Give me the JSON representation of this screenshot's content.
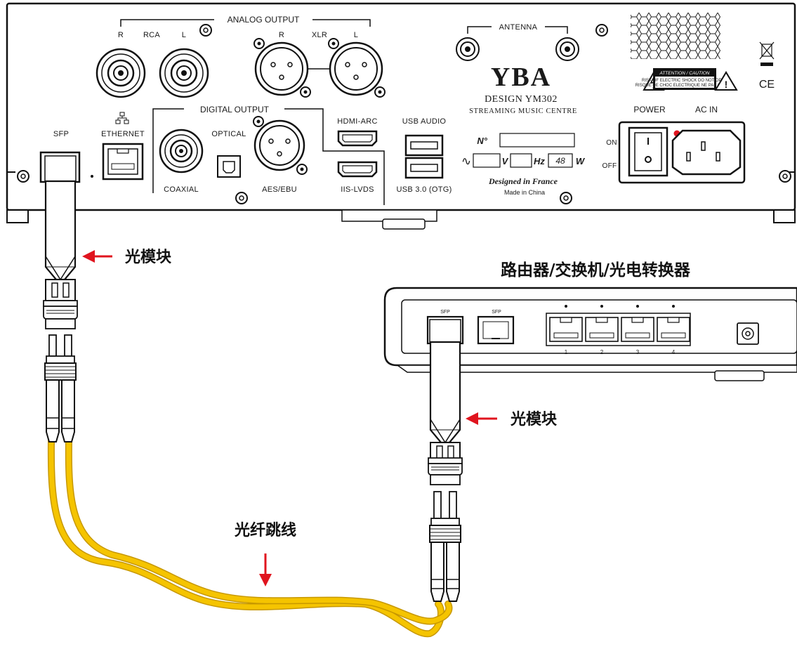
{
  "device": {
    "brand": "YBA",
    "model": "DESIGN YM302",
    "subtitle": "STREAMING MUSIC CENTRE",
    "designed": "Designed in France",
    "made_in": "Made in China",
    "serial_label": "N°",
    "voltage_unit": "V",
    "freq_unit": "Hz",
    "watts_value": "48",
    "watts_unit": "W",
    "ac_symbol": "∿",
    "caution_title": "ATTENTION / CAUTION",
    "caution_line1": "RISK OF ELECTRIC SHOCK DO NOT OPEN",
    "caution_line2": "RISQUE DE CHOC ELECTRIQUE NE PAS OUVRIR",
    "ce_mark": "CE"
  },
  "sections": {
    "analog_output": "ANALOG OUTPUT",
    "digital_output": "DIGITAL OUTPUT",
    "antenna": "ANTENNA"
  },
  "ports": {
    "rca_r": "R",
    "rca": "RCA",
    "rca_l": "L",
    "xlr_r": "R",
    "xlr": "XLR",
    "xlr_l": "L",
    "sfp": "SFP",
    "ethernet": "ETHERNET",
    "coaxial": "COAXIAL",
    "optical": "OPTICAL",
    "aes_ebu": "AES/EBU",
    "hdmi_arc": "HDMI-ARC",
    "iis_lvds": "IIS-LVDS",
    "usb_audio": "USB AUDIO",
    "usb_otg": "USB 3.0 (OTG)",
    "power": "POWER",
    "ac_in": "AC IN",
    "on": "ON",
    "off": "OFF"
  },
  "router": {
    "title": "路由器/交换机/光电转换器",
    "sfp1": "SFP",
    "sfp2": "SFP",
    "port_numbers": [
      "1",
      "2",
      "3",
      "4"
    ]
  },
  "annotations": {
    "module_left": "光模块",
    "module_right": "光模块",
    "patch_cable": "光纤跳线"
  },
  "colors": {
    "cable": "#f5c400",
    "arrow": "#e0141e",
    "indicator": "#e0141e"
  }
}
